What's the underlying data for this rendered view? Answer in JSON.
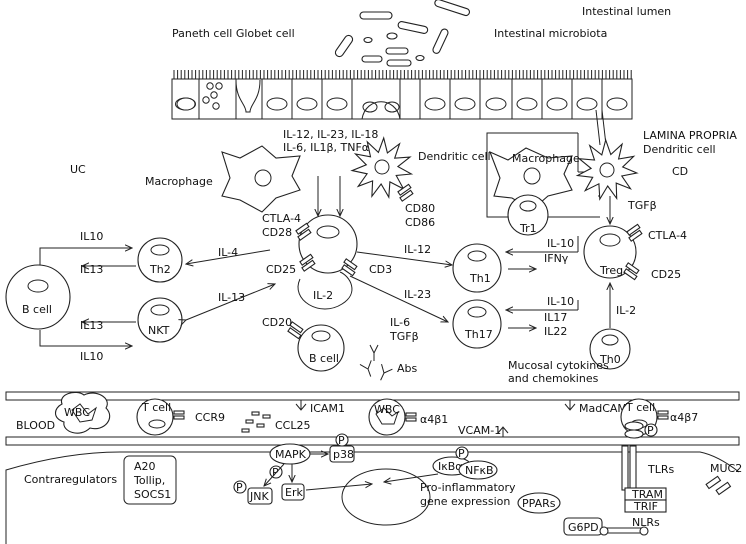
{
  "labels": {
    "paneth_globet": "Paneth cell  Globet cell",
    "lumen": "Intestinal lumen",
    "microbiota": "Intestinal microbiota",
    "cyt1": "IL-12, IL-23, IL-18",
    "cyt2": "IL-6, IL1β, TNFα",
    "lamina": "LAMINA PROPRIA",
    "dc_right": "Dendritic cell",
    "uc": "UC",
    "cd": "CD",
    "macrophage_left": "Macrophage",
    "dc_center": "Dendritic cell",
    "macrophage_right": "Macrophage",
    "ctla4": "CTLA-4",
    "cd28": "CD28",
    "cd80": "CD80",
    "cd86": "CD86",
    "tgfb_right": "TGFβ",
    "tr1": "Tr1",
    "ctla4_right": "CTLA-4",
    "il10_a": "IL10",
    "il13_a": "IL13",
    "il4": "IL-4",
    "th2": "Th2",
    "cd25": "CD25",
    "cd3": "CD3",
    "il12": "IL-12",
    "th1": "Th1",
    "il10_tr1": "IL-10",
    "ifng": "IFNγ",
    "treg": "Treg",
    "cd25_right": "CD25",
    "bcell_left": "B cell",
    "il2": "IL-2",
    "il13_b": "IL-13",
    "nkt": "NKT",
    "il23": "IL-23",
    "il10_th17": "IL-10",
    "il17": "IL17",
    "il22": "IL22",
    "th17": "Th17",
    "il2_right": "IL-2",
    "il13_c": "IL13",
    "cd20": "CD20",
    "il6": "IL-6",
    "tgfb": "TGFβ",
    "bcell_center": "B cell",
    "th0": "Th0",
    "il10_b": "IL10",
    "abs": "Abs",
    "mucosal1": "Mucosal cytokines",
    "mucosal2": "and chemokines",
    "wbc1": "WBC",
    "tcell1": "T cell",
    "blood": "BLOOD",
    "ccr9": "CCR9",
    "icam1": "ICAM1",
    "ccl25": "CCL25",
    "wbc2": "WBC",
    "a4b1": "α4β1",
    "madcam": "MadCAM-1",
    "tcell2": "T cell",
    "a4b7": "α4β7",
    "vcam": "VCAM-1",
    "mapk": "MAPK",
    "ikb": "IκBα",
    "nfkb": "NFκB",
    "p38": "p38",
    "p_mark": "P",
    "tlrs": "TLRs",
    "muc2": "MUC2",
    "contra": "Contraregulators",
    "a20": "A20",
    "tollip": "Tollip,",
    "socs1": "SOCS1",
    "jnk": "JNK",
    "erk": "Erk",
    "proinf1": "Pro-inflammatory",
    "proinf2": "gene expression",
    "ppars": "PPARs",
    "tram": "TRAM",
    "trif": "TRIF",
    "g6pd": "G6PD",
    "nlrs": "NLRs"
  }
}
